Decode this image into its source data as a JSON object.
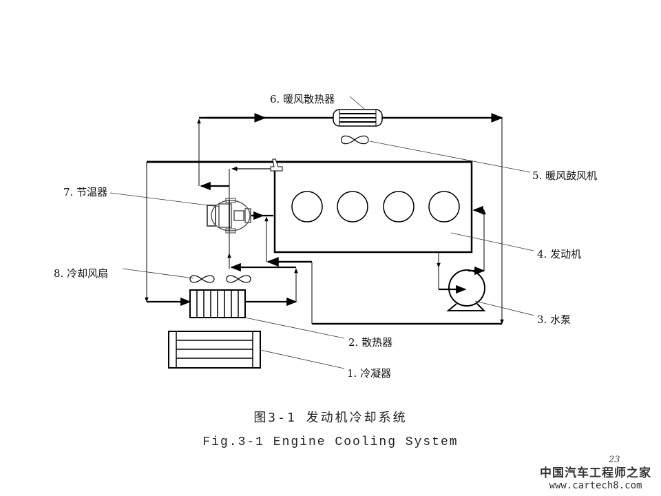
{
  "labels": {
    "condenser": "1. 冷凝器",
    "radiator": "2. 散热器",
    "water_pump": "3. 水泵",
    "engine": "4. 发动机",
    "heater_blower": "5. 暖风鼓风机",
    "heater_core": "6. 暖风散热器",
    "thermostat": "7. 节温器",
    "cooling_fan": "8. 冷却风扇"
  },
  "caption": {
    "chinese": "图3-1 发动机冷却系统",
    "english": "Fig.3-1 Engine Cooling System"
  },
  "page_number": "23",
  "watermark": {
    "name": "中国汽车工程师之家",
    "url": "www.cartech8.com"
  }
}
